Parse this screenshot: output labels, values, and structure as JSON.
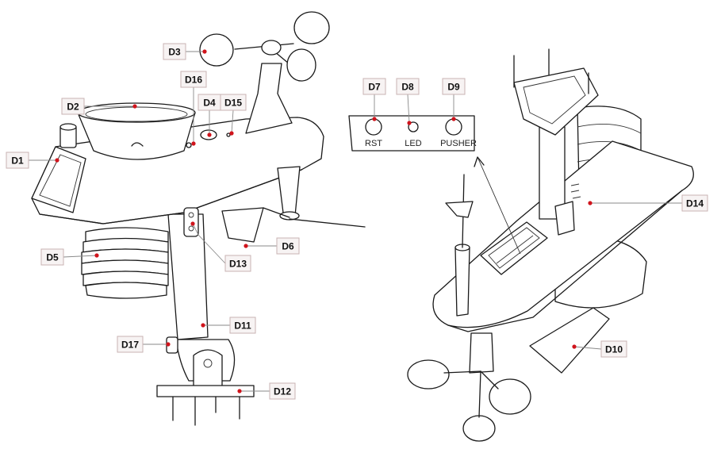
{
  "colors": {
    "label_fill": "#f7f3f3",
    "label_border": "#c9b3b3",
    "dot": "#d0141c",
    "lead": "#8a8a8a"
  },
  "panel": {
    "buttons": [
      "RST",
      "LED",
      "PUSHER"
    ]
  },
  "labels": {
    "D1": "D1",
    "D2": "D2",
    "D3": "D3",
    "D4": "D4",
    "D5": "D5",
    "D6": "D6",
    "D7": "D7",
    "D8": "D8",
    "D9": "D9",
    "D10": "D10",
    "D11": "D11",
    "D12": "D12",
    "D13": "D13",
    "D14": "D14",
    "D15": "D15",
    "D16": "D16",
    "D17": "D17"
  }
}
